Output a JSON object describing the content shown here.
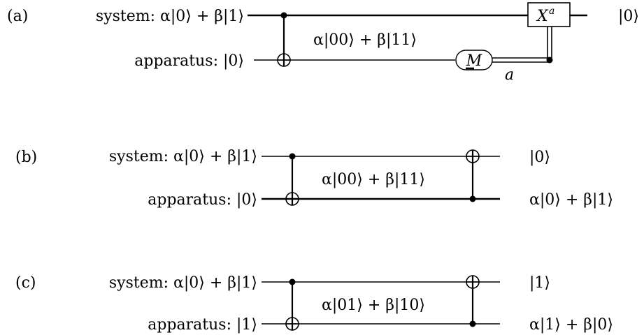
{
  "circuits": [
    {
      "label": "(a)",
      "top_input": "system: α|0⟩ + β|1⟩",
      "bottom_input": "apparatus: |0⟩",
      "middle_state": "α|00⟩ + β|11⟩",
      "measure_label": "M",
      "classical_label": "a",
      "gate_label": "X",
      "gate_superscript": "a",
      "top_output": "|0⟩",
      "bottom_output": ""
    },
    {
      "label": "(b)",
      "top_input": "system: α|0⟩ + β|1⟩",
      "bottom_input": "apparatus: |0⟩",
      "middle_state": "α|00⟩ + β|11⟩",
      "top_output": "|0⟩",
      "bottom_output": "α|0⟩ + β|1⟩"
    },
    {
      "label": "(c)",
      "top_input": "system: α|0⟩ + β|1⟩",
      "bottom_input": "apparatus: |1⟩",
      "middle_state": "α|01⟩ + β|10⟩",
      "top_output": "|1⟩",
      "bottom_output": "α|1⟩ + β|0⟩"
    }
  ]
}
